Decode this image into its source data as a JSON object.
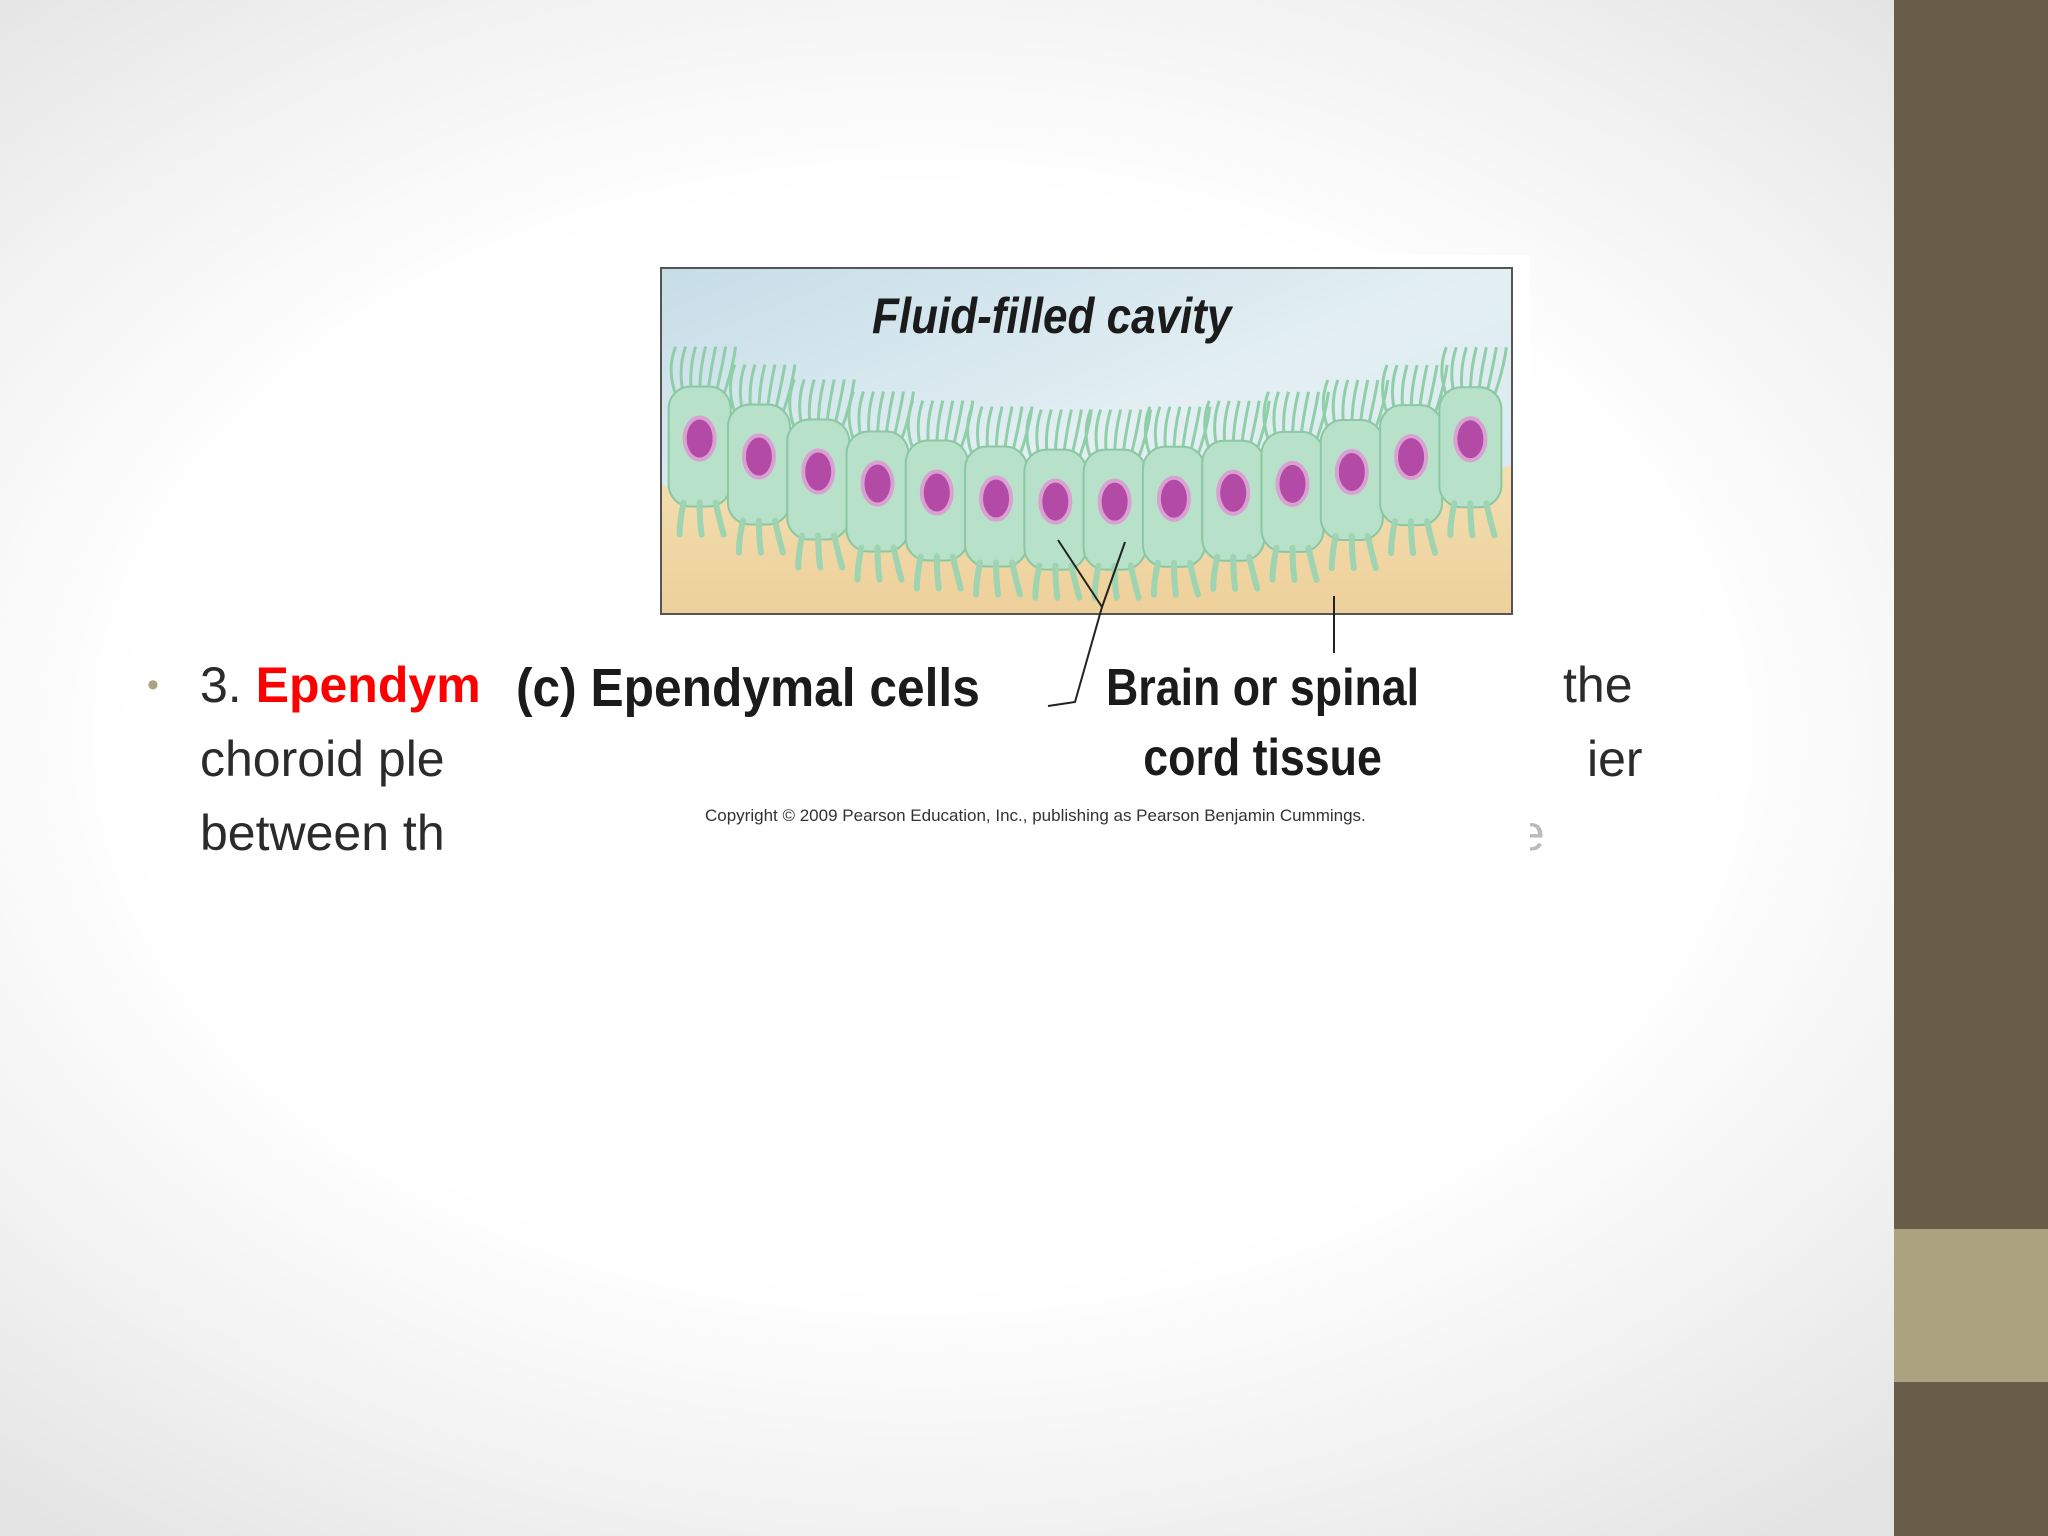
{
  "slide": {
    "bullet_number": "3.",
    "bullet_term": "Ependym",
    "line1_tail": "the",
    "line2_head": "choroid ple",
    "line2_tail": "ier",
    "line3_head": "between th",
    "line3_tail": "e"
  },
  "figure": {
    "label_cavity": "Fluid-filled  cavity",
    "label_cells": "(c) Ependymal cells",
    "label_tissue_line1": "Brain or spinal",
    "label_tissue_line2": "cord tissue",
    "copyright": "Copyright © 2009 Pearson Education, Inc., publishing as Pearson Benjamin Cummings."
  },
  "colors": {
    "sidebar": "#685d48",
    "sidebar_accent": "#aba37f",
    "bullet_dot": "#a9a380",
    "term_red": "#ff0000",
    "cell_green": "#b7e2c9",
    "nucleus_purple": "#b24aa6",
    "tissue_tan": "#f0d9a5",
    "cavity_blue": "#cfe3ec"
  }
}
